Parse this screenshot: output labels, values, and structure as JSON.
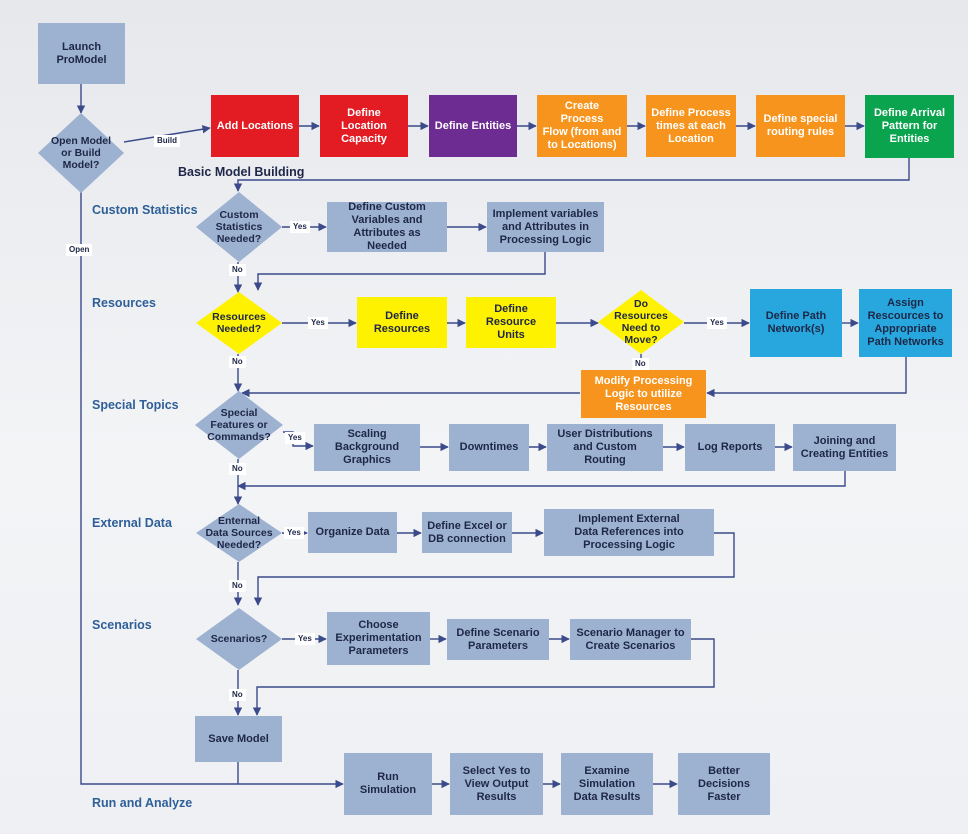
{
  "colors": {
    "blue": "#9db1d0",
    "red": "#e31b23",
    "purple": "#6d2c91",
    "orange": "#f7941d",
    "green": "#0aa44f",
    "yellow": "#fff200",
    "cyan": "#27a7de",
    "connector": "#3b4a8a",
    "section_text": "#2e5f98"
  },
  "subtitle": "Basic Model Building",
  "sections": {
    "custom_statistics": "Custom Statistics",
    "resources": "Resources",
    "special_topics": "Special Topics",
    "external_data": "External Data",
    "scenarios": "Scenarios",
    "run_and_analyze": "Run and Analyze"
  },
  "nodes": {
    "launch": "Launch\nProModel",
    "open_or_build": "Open Model\nor Build\nModel?",
    "add_locations": "Add Locations",
    "define_location_capacity": "Define\nLocation\nCapacity",
    "define_entities": "Define Entities",
    "create_process_flow": "Create Process\nFlow (from and\nto Locations)",
    "define_process_times": "Define Process\ntimes at each\nLocation",
    "define_special_routing": "Define special\nrouting rules",
    "define_arrival_pattern": "Define Arrival\nPattern for\nEntities",
    "custom_statistics_needed": "Custom\nStatistics\nNeeded?",
    "define_custom_variables": "Define Custom\nVariables and\nAttributes as Needed",
    "implement_variables": "Implement variables\nand Attributes in\nProcessing Logic",
    "resources_needed": "Resources\nNeeded?",
    "define_resources": "Define\nResources",
    "define_resource_units": "Define\nResource Units",
    "resources_need_to_move": "Do\nResources\nNeed to\nMove?",
    "define_path_networks": "Define Path\nNetwork(s)",
    "assign_resources": "Assign\nRescources to\nAppropriate\nPath Networks",
    "modify_processing_logic": "Modify Processing\nLogic to utilize\nResources",
    "special_features_needed": "Special\nFeatures or\nCommands?",
    "scaling_background": "Scaling\nBackground\nGraphics",
    "downtimes": "Downtimes",
    "user_distributions": "User Distributions\nand Custom Routing",
    "log_reports": "Log Reports",
    "joining_entities": "Joining and\nCreating Entities",
    "external_data_needed": "Enternal\nData Sources\nNeeded?",
    "organize_data": "Organize Data",
    "define_excel_db": "Define Excel or\nDB connection",
    "implement_external": "Implement External\nData References into\nProcessing Logic",
    "scenarios_q": "Scenarios?",
    "choose_parameters": "Choose\nExperimentation\nParameters",
    "define_scenario_parameters": "Define Scenario\nParameters",
    "scenario_manager": "Scenario Manager to\nCreate Scenarios",
    "save_model": "Save Model",
    "run_simulation": "Run Simulation",
    "select_yes": "Select Yes to\nView Output\nResults",
    "examine_results": "Examine\nSimulation\nData Results",
    "better_decisions": "Better\nDecisions\nFaster"
  },
  "edge_labels": {
    "build": "Build",
    "open": "Open",
    "yes_custom": "Yes",
    "no_custom": "No",
    "yes_resources": "Yes",
    "no_resources": "No",
    "yes_move": "Yes",
    "no_move": "No",
    "yes_special": "Yes",
    "no_special": "No",
    "yes_external": "Yes",
    "no_external": "No",
    "yes_scenarios": "Yes",
    "no_scenarios": "No"
  }
}
